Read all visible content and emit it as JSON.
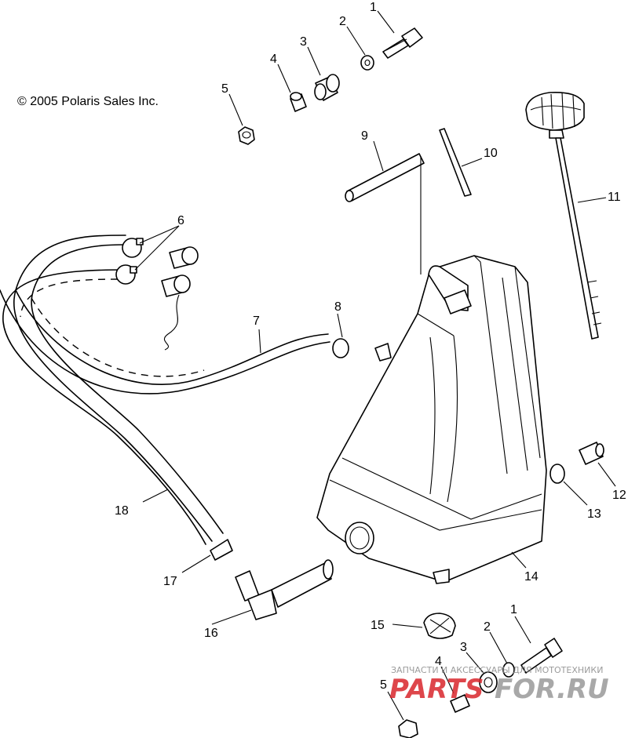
{
  "copyright": "© 2005 Polaris Sales Inc.",
  "callouts": {
    "c1_top": "1",
    "c2_top": "2",
    "c3_top": "3",
    "c4_top": "4",
    "c5_top": "5",
    "c6": "6",
    "c7": "7",
    "c8": "8",
    "c9": "9",
    "c10": "10",
    "c11": "11",
    "c12": "12",
    "c13": "13",
    "c14": "14",
    "c15": "15",
    "c16": "16",
    "c17": "17",
    "c18": "18",
    "c1_bot": "1",
    "c2_bot": "2",
    "c3_bot": "3",
    "c4_bot": "4",
    "c5_bot": "5"
  },
  "watermark": {
    "tagline": "ЗАПЧАСТИ И АКСЕССУАРЫ ДЛЯ МОТОТЕХНИКИ",
    "brand_left": "PARTS",
    "brand_right": "FOR.RU",
    "brand_left_color": "#d9262c",
    "brand_right_color": "#9a9a9a"
  }
}
